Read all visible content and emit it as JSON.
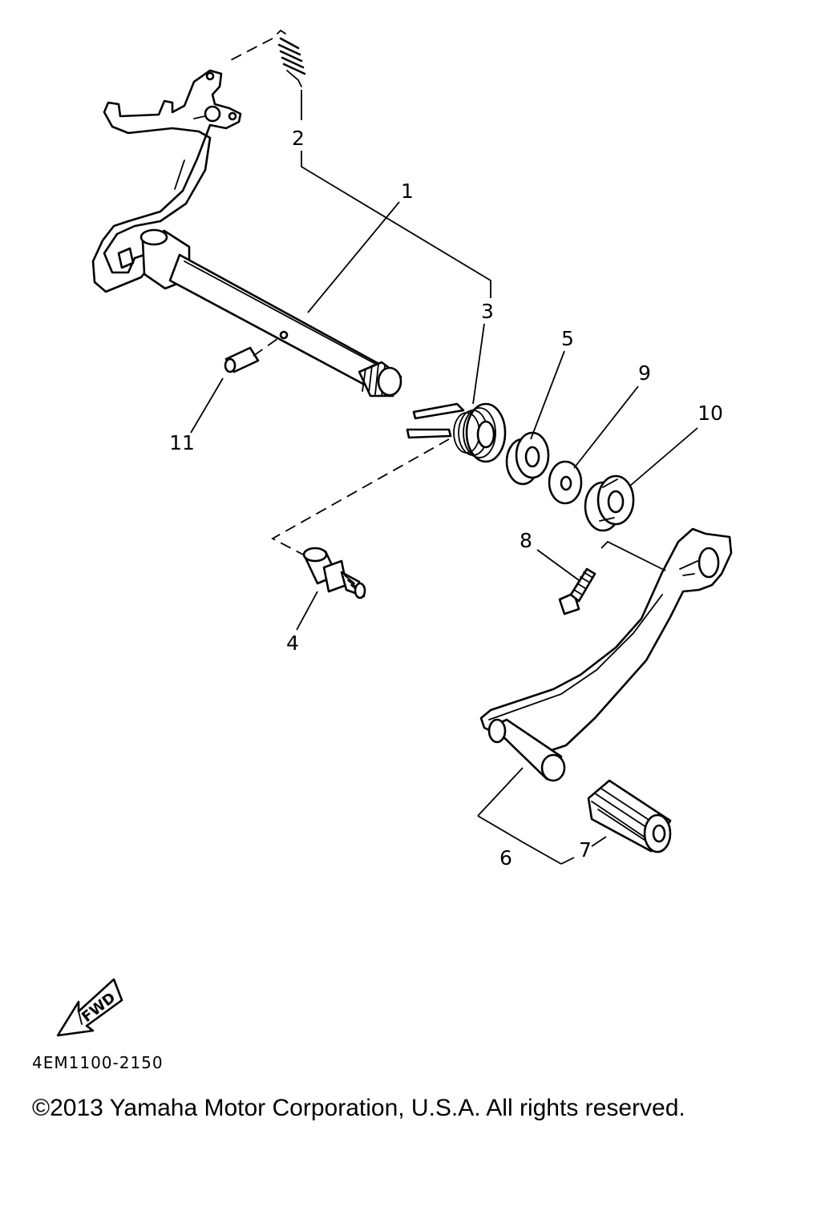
{
  "callouts": {
    "c1": "1",
    "c2": "2",
    "c3": "3",
    "c4": "4",
    "c5": "5",
    "c6": "6",
    "c7": "7",
    "c8": "8",
    "c9": "9",
    "c10": "10",
    "c11": "11"
  },
  "fwd_label": "FWD",
  "diagram_code": "4EM1100-2150",
  "copyright": "©2013 Yamaha Motor Corporation, U.S.A. All rights reserved."
}
